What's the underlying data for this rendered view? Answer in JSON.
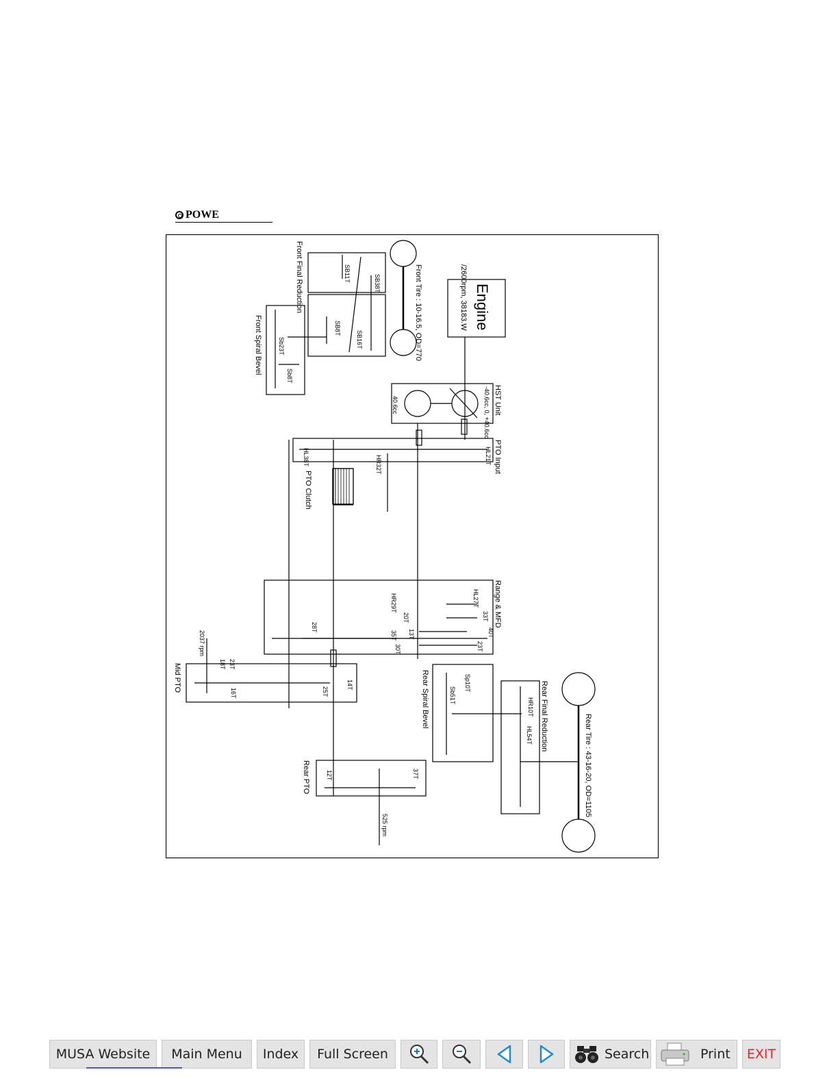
{
  "section_heading": "POWE",
  "diagram": {
    "engine_title": "Engine",
    "engine_spec": "/2600rpm, 38183.W",
    "front_tire": "Front Tire : 10-16.5, OD=770",
    "front_final_reduction": "Front Final Reduction",
    "front_spiral_bevel": "Front Spiral Bevel",
    "hst_unit": "HST Unit",
    "hst_spec": "-40.6cc, 0, +40.6cc",
    "hst_motor": "40.6cc",
    "pto_input": "PTO Input",
    "pto_clutch": "PTO Clutch",
    "range_mfd": "Range & MFD",
    "mid_pto": "Mid PTO",
    "mid_pto_rpm": "2037 rpm",
    "rear_spiral_bevel": "Rear Spiral Bevel",
    "rear_final_reduction": "Rear Final Reduction",
    "rear_tire": "Rear Tire : 43-16-20, OD=1105",
    "rear_pto": "Rear PTO",
    "rear_pto_rpm": "525 rpm",
    "gears": {
      "ffr_a": "SB38T",
      "ffr_b": "SB11T",
      "ffr_c": "SB16T",
      "ffr_d": "SB8T",
      "fsb_a": "Sb23T",
      "fsb_b": "Sb8T",
      "pto_a": "HL21T",
      "pto_b": "HR32T",
      "pto_c": "HL38T",
      "rng_a": "HL27T",
      "rng_b": "HR29T",
      "rng_c": "33T",
      "rng_d": "40T",
      "rng_e": "20T",
      "rng_f": "13T",
      "rng_g": "35T",
      "rng_h": "30T",
      "rng_i": "23T",
      "rng_j": "28T",
      "mid_a": "14T",
      "mid_b": "25T",
      "mid_c": "18T",
      "mid_d": "23T",
      "mid_e": "16T",
      "rsb_a": "Sp10T",
      "rsb_b": "Sb51T",
      "rfr_a": "HR10T",
      "rfr_b": "HL54T",
      "rpto_a": "12T",
      "rpto_b": "37T"
    }
  },
  "toolbar": {
    "musa_website": "MUSA Website",
    "main_menu": "Main Menu",
    "index": "Index",
    "full_screen": "Full Screen",
    "search": "Search",
    "print": "Print",
    "exit": "EXIT"
  },
  "icons": [
    "zoom-in-icon",
    "zoom-out-icon",
    "previous-page-icon",
    "next-page-icon",
    "binoculars-icon",
    "printer-icon"
  ]
}
